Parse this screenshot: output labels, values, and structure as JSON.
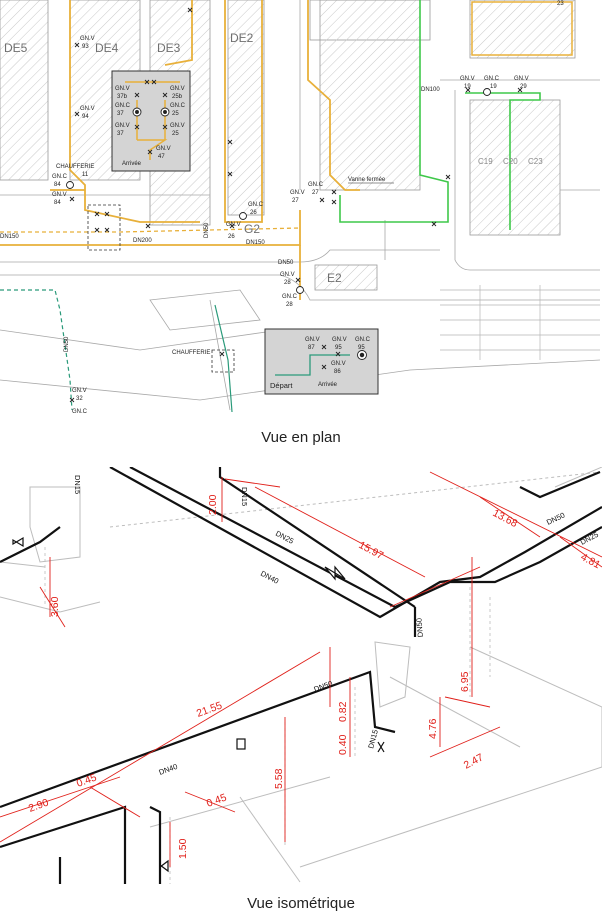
{
  "plan": {
    "caption": "Vue en plan",
    "buildings": {
      "de5": "DE5",
      "de4": "DE4",
      "de3": "DE3",
      "de2": "DE2",
      "g2": "G2",
      "e2": "E2",
      "c19": "C19",
      "c20": "C20",
      "c23": "C23",
      "num23": "23"
    },
    "labels": {
      "chaufferie_1": "CHAUFFERIE",
      "chaufferie_1_num": "11",
      "chaufferie_2": "CHAUFFERIE",
      "vanne_fermee": "Vanne fermée",
      "depart": "Départ",
      "arrivee_1": "Arrivée",
      "arrivee_2": "Arrivée"
    },
    "dn_labels": {
      "dn200": "DN200",
      "dn150_a": "DN150",
      "dn150_b": "DN150",
      "dn100": "DN100",
      "dn50_a": "DN50",
      "dn50_b": "DN50",
      "dn50_c": "DN50"
    },
    "valve_tags": [
      {
        "id": "gnv93",
        "l1": "GN.V",
        "l2": "93"
      },
      {
        "id": "gnv94",
        "l1": "GN.V",
        "l2": "94"
      },
      {
        "id": "gnc84",
        "l1": "GN.C",
        "l2": "84"
      },
      {
        "id": "gnv84",
        "l1": "GN.V",
        "l2": "84"
      },
      {
        "id": "gnv37b",
        "l1": "GN.V",
        "l2": "37b"
      },
      {
        "id": "gnc37",
        "l1": "GN.C",
        "l2": "37"
      },
      {
        "id": "gnv37",
        "l1": "GN.V",
        "l2": "37"
      },
      {
        "id": "gnv25b",
        "l1": "GN.V",
        "l2": "25b"
      },
      {
        "id": "gnc25",
        "l1": "GN.C",
        "l2": "25"
      },
      {
        "id": "gnv25",
        "l1": "GN.V",
        "l2": "25"
      },
      {
        "id": "gnv47",
        "l1": "GN.V",
        "l2": "47"
      },
      {
        "id": "gnc26",
        "l1": "GN.C",
        "l2": "26"
      },
      {
        "id": "gnv26",
        "l1": "GN.V",
        "l2": "26"
      },
      {
        "id": "gnc27",
        "l1": "GN.C",
        "l2": "27"
      },
      {
        "id": "gnv27",
        "l1": "GN.V",
        "l2": "27"
      },
      {
        "id": "gnv19",
        "l1": "GN.V",
        "l2": "19"
      },
      {
        "id": "gnc19",
        "l1": "GN.C",
        "l2": "19"
      },
      {
        "id": "gnv29",
        "l1": "GN.V",
        "l2": "29"
      },
      {
        "id": "gnv28",
        "l1": "GN.V",
        "l2": "28"
      },
      {
        "id": "gnc28",
        "l1": "GN.C",
        "l2": "28"
      },
      {
        "id": "gnv87",
        "l1": "GN.V",
        "l2": "87"
      },
      {
        "id": "gnv95",
        "l1": "GN.V",
        "l2": "95"
      },
      {
        "id": "gnc95",
        "l1": "GN.C",
        "l2": "95"
      },
      {
        "id": "gnv86",
        "l1": "GN.V",
        "l2": "86"
      },
      {
        "id": "gnv32",
        "l1": "GN.V",
        "l2": "32"
      },
      {
        "id": "gnc_bottom",
        "l1": "GN.C",
        "l2": ""
      }
    ],
    "colors": {
      "gas_network": "#e8b03a",
      "heating_network": "#3fc84a",
      "teal_network": "#2a9a7a",
      "inset_bg": "#d4d4d4"
    }
  },
  "iso": {
    "caption": "Vue isométrique",
    "pipe_labels": {
      "dn15_a": "DN15",
      "dn15_b": "DN15",
      "dn15_c": "DN15",
      "dn25": "DN25",
      "dn40_a": "DN40",
      "dn40_b": "DN40",
      "dn50_a": "DN50",
      "dn50_b": "DN50",
      "dn50_c": "DN50",
      "dn25_b": "DN25"
    },
    "dimensions": {
      "d200": "2.00",
      "d360": "3.60",
      "d1597": "15.97",
      "d1368": "13.68",
      "d481": "4.81",
      "d695": "6.95",
      "d476": "4.76",
      "d247": "2.47",
      "d2155": "21.55",
      "d082": "0.82",
      "d040": "0.40",
      "d558": "5.58",
      "d045a": "0.45",
      "d045b": "0.45",
      "d290": "2.90",
      "d150": "1.50"
    },
    "colors": {
      "pipe": "#111111",
      "dimension": "#e0201a",
      "structure": "#bdbdbd"
    }
  }
}
